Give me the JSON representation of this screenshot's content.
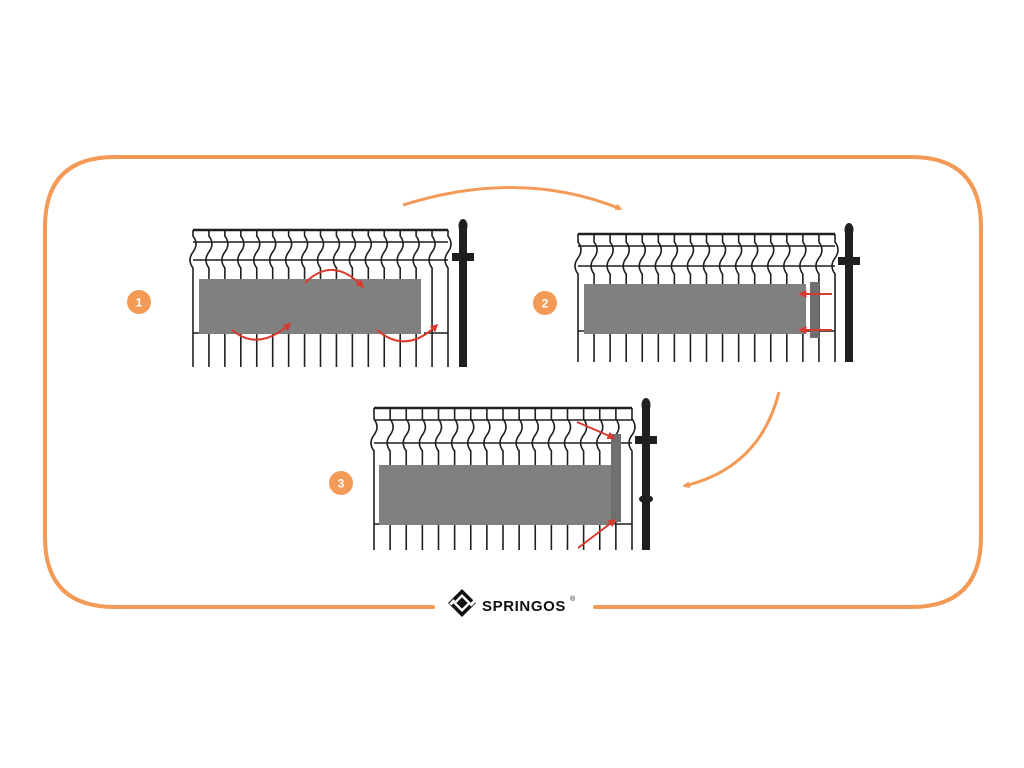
{
  "colors": {
    "frame": "#F29A56",
    "badge": "#F29A56",
    "flow_arrow": "#F29A56",
    "fence": "#1f1f1f",
    "panel": "#808080",
    "hint_arrow": "#D83A2E",
    "logo": "#111111"
  },
  "steps": [
    {
      "number": "1"
    },
    {
      "number": "2"
    },
    {
      "number": "3"
    }
  ],
  "logo": {
    "wordmark": "SPRINGOS",
    "registered": "®",
    "icon": "springos-logo-icon"
  }
}
